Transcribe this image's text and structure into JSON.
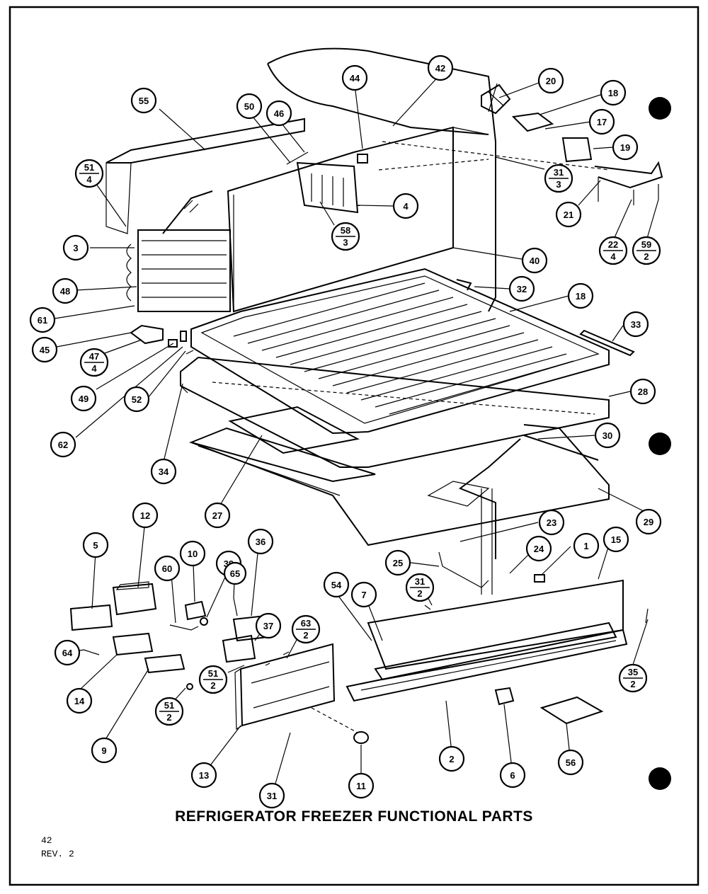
{
  "title": "REFRIGERATOR FREEZER FUNCTIONAL PARTS",
  "page": {
    "number": "42",
    "revision": "REV. 2"
  },
  "callouts": [
    {
      "id": "c55",
      "label": "55",
      "denom": ""
    },
    {
      "id": "c50",
      "label": "50",
      "denom": ""
    },
    {
      "id": "c46",
      "label": "46",
      "denom": ""
    },
    {
      "id": "c44",
      "label": "44",
      "denom": ""
    },
    {
      "id": "c42",
      "label": "42",
      "denom": ""
    },
    {
      "id": "c20",
      "label": "20",
      "denom": ""
    },
    {
      "id": "c18a",
      "label": "18",
      "denom": ""
    },
    {
      "id": "c17",
      "label": "17",
      "denom": ""
    },
    {
      "id": "c19",
      "label": "19",
      "denom": ""
    },
    {
      "id": "c51a",
      "label": "51",
      "denom": "4"
    },
    {
      "id": "c3",
      "label": "3",
      "denom": ""
    },
    {
      "id": "c58",
      "label": "58",
      "denom": "3"
    },
    {
      "id": "c4",
      "label": "4",
      "denom": ""
    },
    {
      "id": "c31a",
      "label": "31",
      "denom": "3"
    },
    {
      "id": "c21",
      "label": "21",
      "denom": ""
    },
    {
      "id": "c22",
      "label": "22",
      "denom": "4"
    },
    {
      "id": "c59",
      "label": "59",
      "denom": "2"
    },
    {
      "id": "c48",
      "label": "48",
      "denom": ""
    },
    {
      "id": "c40",
      "label": "40",
      "denom": ""
    },
    {
      "id": "c61",
      "label": "61",
      "denom": ""
    },
    {
      "id": "c32",
      "label": "32",
      "denom": ""
    },
    {
      "id": "c18b",
      "label": "18",
      "denom": ""
    },
    {
      "id": "c45",
      "label": "45",
      "denom": ""
    },
    {
      "id": "c47",
      "label": "47",
      "denom": "4"
    },
    {
      "id": "c33",
      "label": "33",
      "denom": ""
    },
    {
      "id": "c49",
      "label": "49",
      "denom": ""
    },
    {
      "id": "c52",
      "label": "52",
      "denom": ""
    },
    {
      "id": "c28",
      "label": "28",
      "denom": ""
    },
    {
      "id": "c62",
      "label": "62",
      "denom": ""
    },
    {
      "id": "c34",
      "label": "34",
      "denom": ""
    },
    {
      "id": "c30",
      "label": "30",
      "denom": ""
    },
    {
      "id": "c27",
      "label": "27",
      "denom": ""
    },
    {
      "id": "c29",
      "label": "29",
      "denom": ""
    },
    {
      "id": "c12",
      "label": "12",
      "denom": ""
    },
    {
      "id": "c5",
      "label": "5",
      "denom": ""
    },
    {
      "id": "c10",
      "label": "10",
      "denom": ""
    },
    {
      "id": "c39",
      "label": "39",
      "denom": ""
    },
    {
      "id": "c36",
      "label": "36",
      "denom": ""
    },
    {
      "id": "c60",
      "label": "60",
      "denom": ""
    },
    {
      "id": "c23",
      "label": "23",
      "denom": ""
    },
    {
      "id": "c24",
      "label": "24",
      "denom": ""
    },
    {
      "id": "c1",
      "label": "1",
      "denom": ""
    },
    {
      "id": "c15",
      "label": "15",
      "denom": ""
    },
    {
      "id": "c25",
      "label": "25",
      "denom": ""
    },
    {
      "id": "c65",
      "label": "65",
      "denom": ""
    },
    {
      "id": "c54",
      "label": "54",
      "denom": ""
    },
    {
      "id": "c7",
      "label": "7",
      "denom": ""
    },
    {
      "id": "c31b",
      "label": "31",
      "denom": "2"
    },
    {
      "id": "c37",
      "label": "37",
      "denom": ""
    },
    {
      "id": "c63",
      "label": "63",
      "denom": "2"
    },
    {
      "id": "c64",
      "label": "64",
      "denom": ""
    },
    {
      "id": "c51b",
      "label": "51",
      "denom": "2"
    },
    {
      "id": "c35",
      "label": "35",
      "denom": "2"
    },
    {
      "id": "c14",
      "label": "14",
      "denom": ""
    },
    {
      "id": "c51c",
      "label": "51",
      "denom": "2"
    },
    {
      "id": "c9",
      "label": "9",
      "denom": ""
    },
    {
      "id": "c2",
      "label": "2",
      "denom": ""
    },
    {
      "id": "c56",
      "label": "56",
      "denom": ""
    },
    {
      "id": "c13",
      "label": "13",
      "denom": ""
    },
    {
      "id": "c6",
      "label": "6",
      "denom": ""
    },
    {
      "id": "c11",
      "label": "11",
      "denom": ""
    },
    {
      "id": "c31c",
      "label": "31",
      "denom": ""
    }
  ]
}
